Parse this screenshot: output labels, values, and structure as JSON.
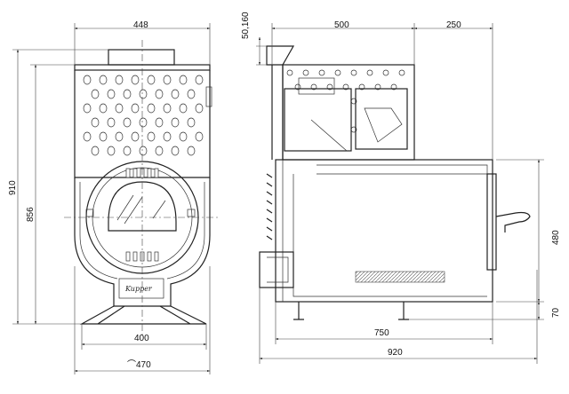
{
  "front_view": {
    "dims": {
      "top_width": "448",
      "total_height": "910",
      "body_height": "856",
      "base_width": "400",
      "bottom": "⌒470"
    },
    "logo_text": "Kupper"
  },
  "side_view": {
    "dims": {
      "collar_height": "50,160",
      "top_depth": "500",
      "hopper_depth": "250",
      "door_height": "480",
      "leg_height": "70",
      "body_depth": "750",
      "total_depth": "920"
    }
  }
}
